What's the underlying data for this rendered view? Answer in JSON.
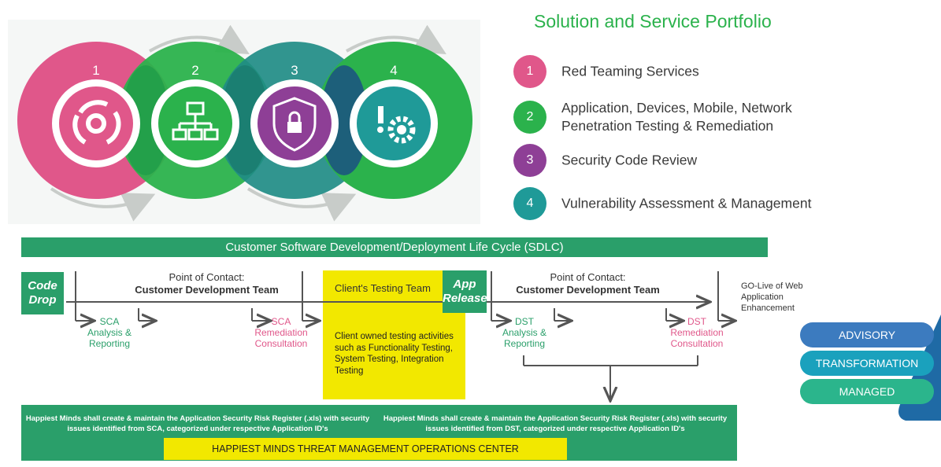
{
  "portfolio": {
    "title": "Solution and Service Portfolio",
    "items": [
      {
        "num": "1",
        "label": "Red Teaming Services",
        "color": "#e0578a"
      },
      {
        "num": "2",
        "label": "Application, Devices, Mobile, Network Penetration Testing & Remediation",
        "color": "#2bb24c"
      },
      {
        "num": "3",
        "label": "Security Code Review",
        "color": "#8e3f96"
      },
      {
        "num": "4",
        "label": "Vulnerability Assessment & Management",
        "color": "#1f9a98"
      }
    ]
  },
  "rings": {
    "labels": [
      "1",
      "2",
      "3",
      "4"
    ],
    "icons": [
      "cycle-icon",
      "network-icon",
      "shield-lock-icon",
      "alert-gear-icon"
    ],
    "colors": [
      "#e0578a",
      "#2bb24c",
      "#8e3f96",
      "#1f9a98"
    ]
  },
  "sdlc": {
    "bar_label": "Customer Software Development/Deployment Life Cycle (SDLC)",
    "code_drop": "Code Drop",
    "poc1_title": "Point of Contact:",
    "poc1_team": "Customer Development Team",
    "client_testing_team": "Client's Testing Team",
    "app_release": "App Release",
    "poc2_title": "Point of Contact:",
    "poc2_team": "Customer Development Team",
    "golive": "GO-Live of Web Application Enhancement",
    "sca_analysis_1": "SCA",
    "sca_analysis_2": "Analysis &",
    "sca_analysis_3": "Reporting",
    "sca_remed_1": "SCA",
    "sca_remed_2": "Remediation",
    "sca_remed_3": "Consultation",
    "client_owned": "Client owned testing activities such as Functionality Testing, System Testing, Integration Testing",
    "dst_analysis_1": "DST",
    "dst_analysis_2": "Analysis &",
    "dst_analysis_3": "Reporting",
    "dst_remed_1": "DST",
    "dst_remed_2": "Remediation",
    "dst_remed_3": "Consultation"
  },
  "bottom": {
    "left_text": "Happiest Minds shall create & maintain the Application Security Risk Register (.xls) with security issues identified from SCA, categorized under respective Application ID's",
    "right_text": "Happiest Minds shall create & maintain the Application Security Risk Register (.xls) with security issues identified from DST, categorized under respective Application ID's",
    "ops_center": "HAPPIEST MINDS THREAT MANAGEMENT OPERATIONS CENTER"
  },
  "pills": [
    {
      "label": "ADVISORY",
      "color": "#3c7bbf"
    },
    {
      "label": "TRANSFORMATION",
      "color": "#1aa1bd"
    },
    {
      "label": "MANAGED",
      "color": "#2bb58c"
    }
  ]
}
